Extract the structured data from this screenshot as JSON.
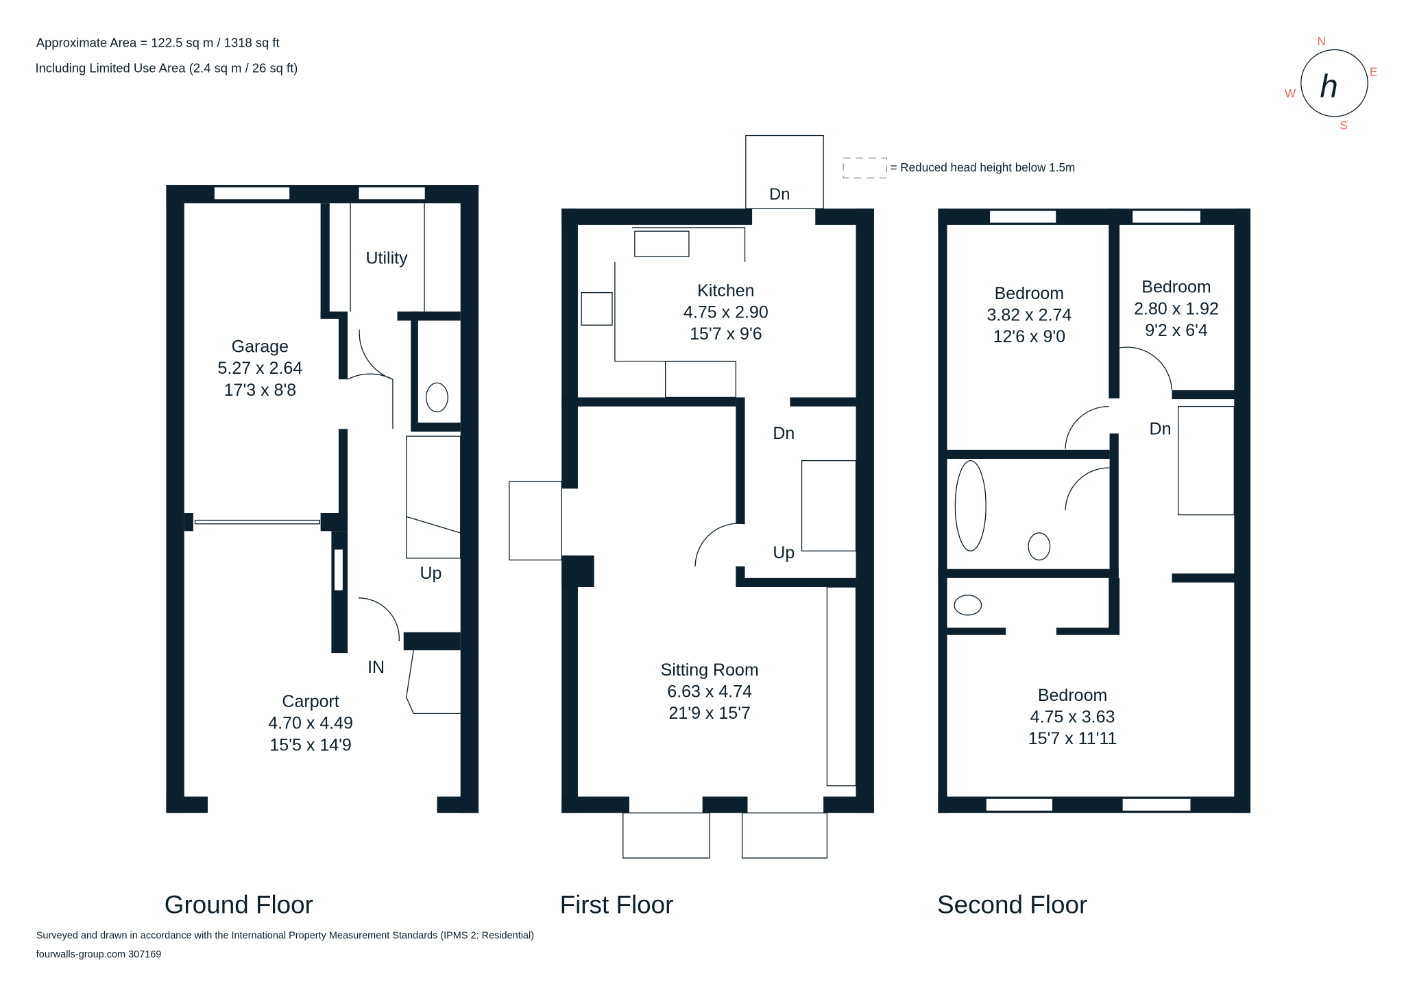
{
  "header": {
    "area_line": "Approximate Area = 122.5 sq m / 1318 sq ft",
    "limited_use_line": "Including Limited Use Area (2.4 sq m / 26 sq ft)",
    "legend_text": "= Reduced head height below 1.5m"
  },
  "compass": {
    "n": "N",
    "e": "E",
    "s": "S",
    "w": "W",
    "logo": "h"
  },
  "ground_floor": {
    "title": "Ground Floor",
    "utility": "Utility",
    "garage": {
      "name": "Garage",
      "metric": "5.27 x 2.64",
      "imperial": "17'3 x 8'8"
    },
    "carport": {
      "name": "Carport",
      "metric": "4.70 x 4.49",
      "imperial": "15'5 x 14'9"
    },
    "stairs_label": "Up",
    "entrance_label": "IN"
  },
  "first_floor": {
    "title": "First Floor",
    "kitchen": {
      "name": "Kitchen",
      "metric": "4.75 x 2.90",
      "imperial": "15'7 x 9'6"
    },
    "sitting_room": {
      "name": "Sitting Room",
      "metric": "6.63 x 4.74",
      "imperial": "21'9 x 15'7"
    },
    "balcony_label": "Dn",
    "stairs_down": "Dn",
    "stairs_up": "Up"
  },
  "second_floor": {
    "title": "Second Floor",
    "bedroom1": {
      "name": "Bedroom",
      "metric": "3.82 x 2.74",
      "imperial": "12'6 x 9'0"
    },
    "bedroom2": {
      "name": "Bedroom",
      "metric": "2.80 x 1.92",
      "imperial": "9'2 x 6'4"
    },
    "bedroom3": {
      "name": "Bedroom",
      "metric": "4.75 x 3.63",
      "imperial": "15'7 x 11'11"
    },
    "stairs_down": "Dn"
  },
  "footer": {
    "survey_note": "Surveyed and drawn in accordance with the International Property Measurement Standards (IPMS 2: Residential)",
    "ref": "fourwalls-group.com 307169"
  }
}
